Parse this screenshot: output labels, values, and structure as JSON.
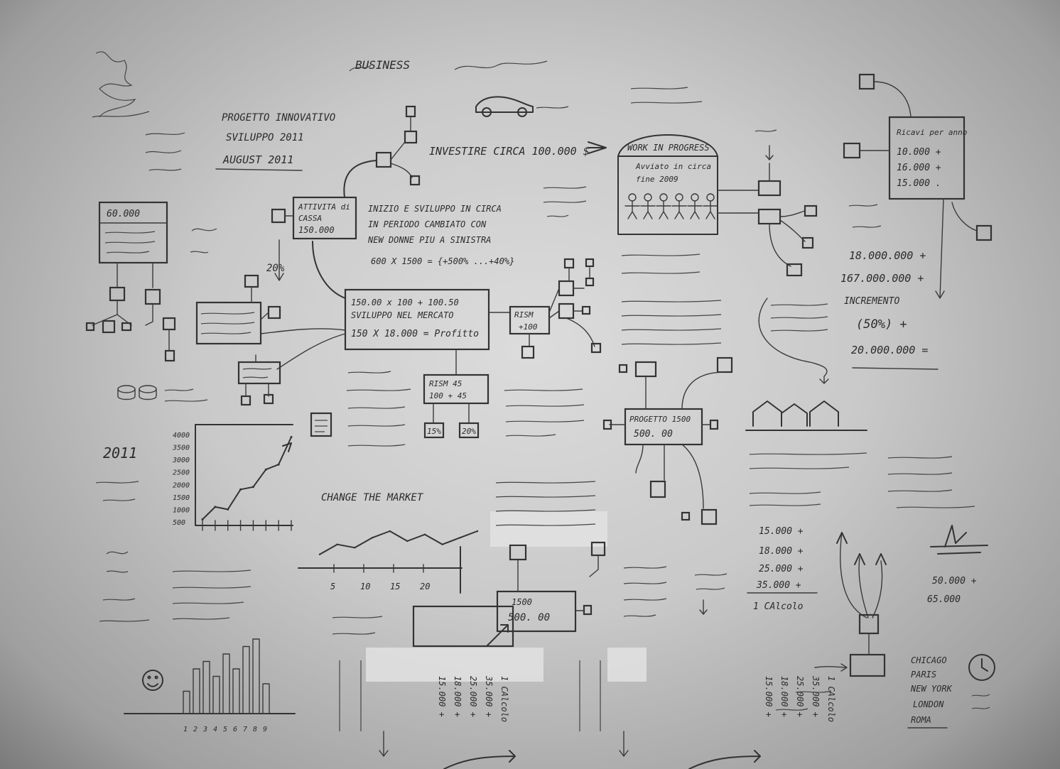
{
  "title": "BUSINESS",
  "project": {
    "line1": "PROGETTO INNOVATIVO",
    "line2": "SVILUPPO 2011",
    "date": "AUGUST 2011"
  },
  "investment": "INVESTIRE CIRCA 100.000 $",
  "works_block": {
    "title": "WORK IN PROGRESS",
    "sub1": "Avviato in circa",
    "sub2": "fine 2009"
  },
  "activity_box": {
    "l1": "ATTIVITA di",
    "l2": "CASSA",
    "l3": "150.000"
  },
  "central_box": {
    "l1": "150.00 x 100 + 100.50",
    "l2": "SVILUPPO NEL MERCATO",
    "l3": "150 X 18.000 = Profitto"
  },
  "initial_text": {
    "l1": "INIZIO E SVILUPPO IN CIRCA",
    "l2": "IN PERIODO CAMBIATO CON",
    "l3": "NEW DONNE PIU A SINISTRA",
    "l4": "600 X 1500 = {+500% ...+40%}"
  },
  "left_box_value": "60.000",
  "percent_20": "20%",
  "rsm_box": {
    "l1": "RISM",
    "l2": "+100"
  },
  "rsm45_box": {
    "l1": "RISM 45",
    "l2": "100 + 45"
  },
  "pct_15": "15%",
  "pct_20": "20%",
  "right_box": {
    "l1": "Ricavi per anno",
    "l2": "10.000 +",
    "l3": "16.000 +",
    "l4": "15.000 ."
  },
  "big_sum": {
    "l1": "18.000.000 +",
    "l2": "167.000.000 +",
    "l3": "INCREMENTO",
    "l4": "(50%) +",
    "l5": "20.000.000 ="
  },
  "project_box": {
    "l1": "PROGETTO 1500",
    "l2": "500. 00"
  },
  "project_box2": {
    "l1": "1500",
    "l2": "500. 00"
  },
  "year_2011": "2011",
  "chart_change_label": "CHANGE THE MARKET",
  "sums": {
    "l1": "15.000 +",
    "l2": "18.000 +",
    "l3": "25.000 +",
    "l4": "35.000 +",
    "l5": "1 CAlcolo"
  },
  "right_bottom": {
    "l1": "50.000 +",
    "l2": "65.000"
  },
  "cities": {
    "l1": "CHICAGO",
    "l2": "PARIS",
    "l3": "NEW YORK",
    "l4": "LONDON",
    "l5": "ROMA"
  },
  "chart_data": [
    {
      "type": "line",
      "y_ticks": [
        "4000",
        "3500",
        "3000",
        "2500",
        "2000",
        "1500",
        "1000",
        "500"
      ],
      "ylim": [
        500,
        4000
      ],
      "x": [
        1,
        2,
        3,
        4,
        5,
        6,
        7,
        8
      ],
      "values": [
        600,
        1100,
        1000,
        1800,
        1900,
        2600,
        2800,
        3900
      ]
    },
    {
      "type": "line",
      "x_ticks": [
        "5",
        "10",
        "15",
        "20"
      ],
      "x": [
        0,
        3,
        6,
        9,
        12,
        15,
        18,
        21,
        24,
        27
      ],
      "values": [
        2,
        5,
        4,
        7,
        9,
        6,
        8,
        5,
        7,
        9
      ]
    },
    {
      "type": "bar",
      "categories": [
        "1",
        "2",
        "3",
        "4",
        "5",
        "6",
        "7",
        "8",
        "9"
      ],
      "values": [
        3,
        6,
        7,
        5,
        8,
        6,
        9,
        10,
        4
      ]
    }
  ]
}
